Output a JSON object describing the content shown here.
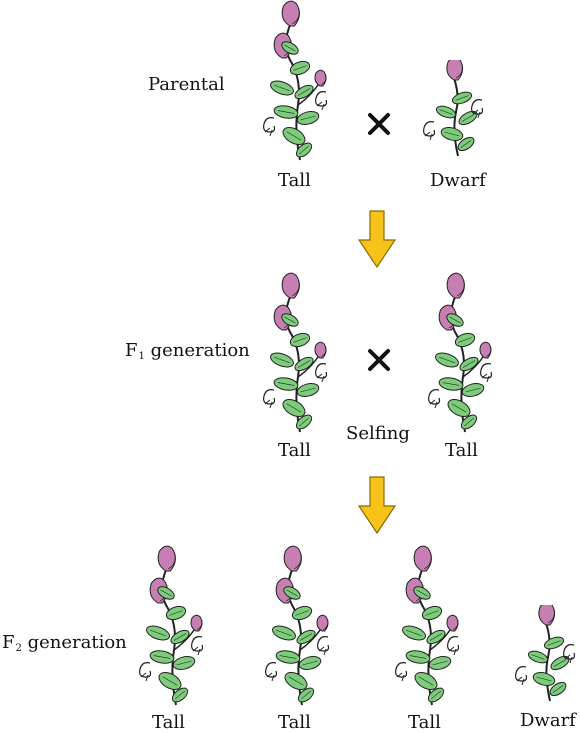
{
  "labels": {
    "parental": "Parental",
    "f1_letter": "F",
    "f1_sub": "1",
    "f1_rest": " generation",
    "f2_letter": "F",
    "f2_sub": "2",
    "f2_rest": " generation",
    "selfing": "Selfing"
  },
  "parental": {
    "left": "Tall",
    "right": "Dwarf"
  },
  "f1": {
    "left": "Tall",
    "right": "Tall"
  },
  "f2": {
    "p1": "Tall",
    "p2": "Tall",
    "p3": "Tall",
    "p4": "Dwarf"
  },
  "colors": {
    "flower": "#c77fb3",
    "leaf": "#7ccc7c",
    "arrow": "#f7c21a",
    "outline": "#222222"
  },
  "icons": {
    "cross": "cross-icon",
    "arrow": "down-arrow-icon",
    "plant": "pea-plant-icon"
  }
}
